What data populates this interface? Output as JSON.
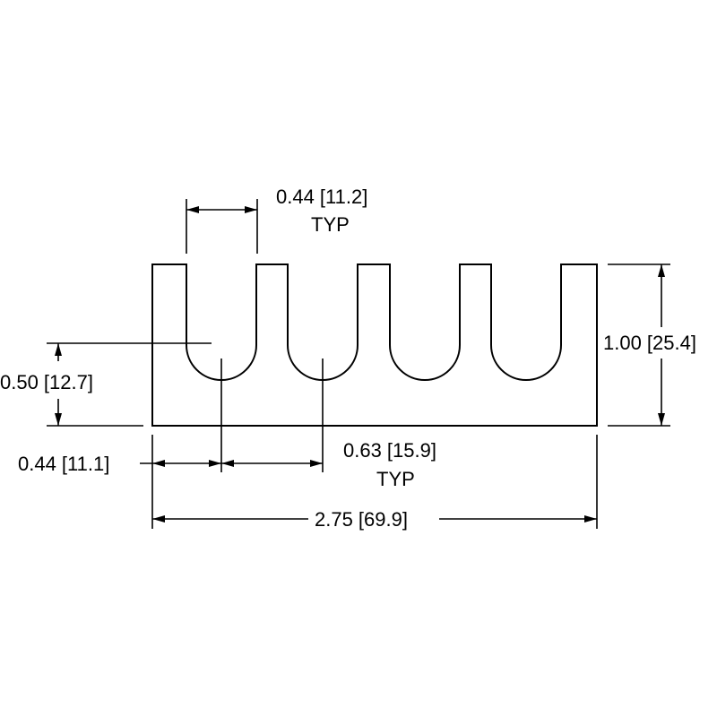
{
  "drawing": {
    "slot_width": {
      "value": "0.44 [11.2]",
      "note": "TYP"
    },
    "slot_pitch": {
      "value": "0.63 [15.9]",
      "note": "TYP"
    },
    "overall_height": {
      "value": "1.00 [25.4]"
    },
    "slot_depth_from_base": {
      "value": "0.50 [12.7]"
    },
    "first_slot_offset": {
      "value": "0.44 [11.1]"
    },
    "overall_length": {
      "value": "2.75 [69.9]"
    }
  }
}
